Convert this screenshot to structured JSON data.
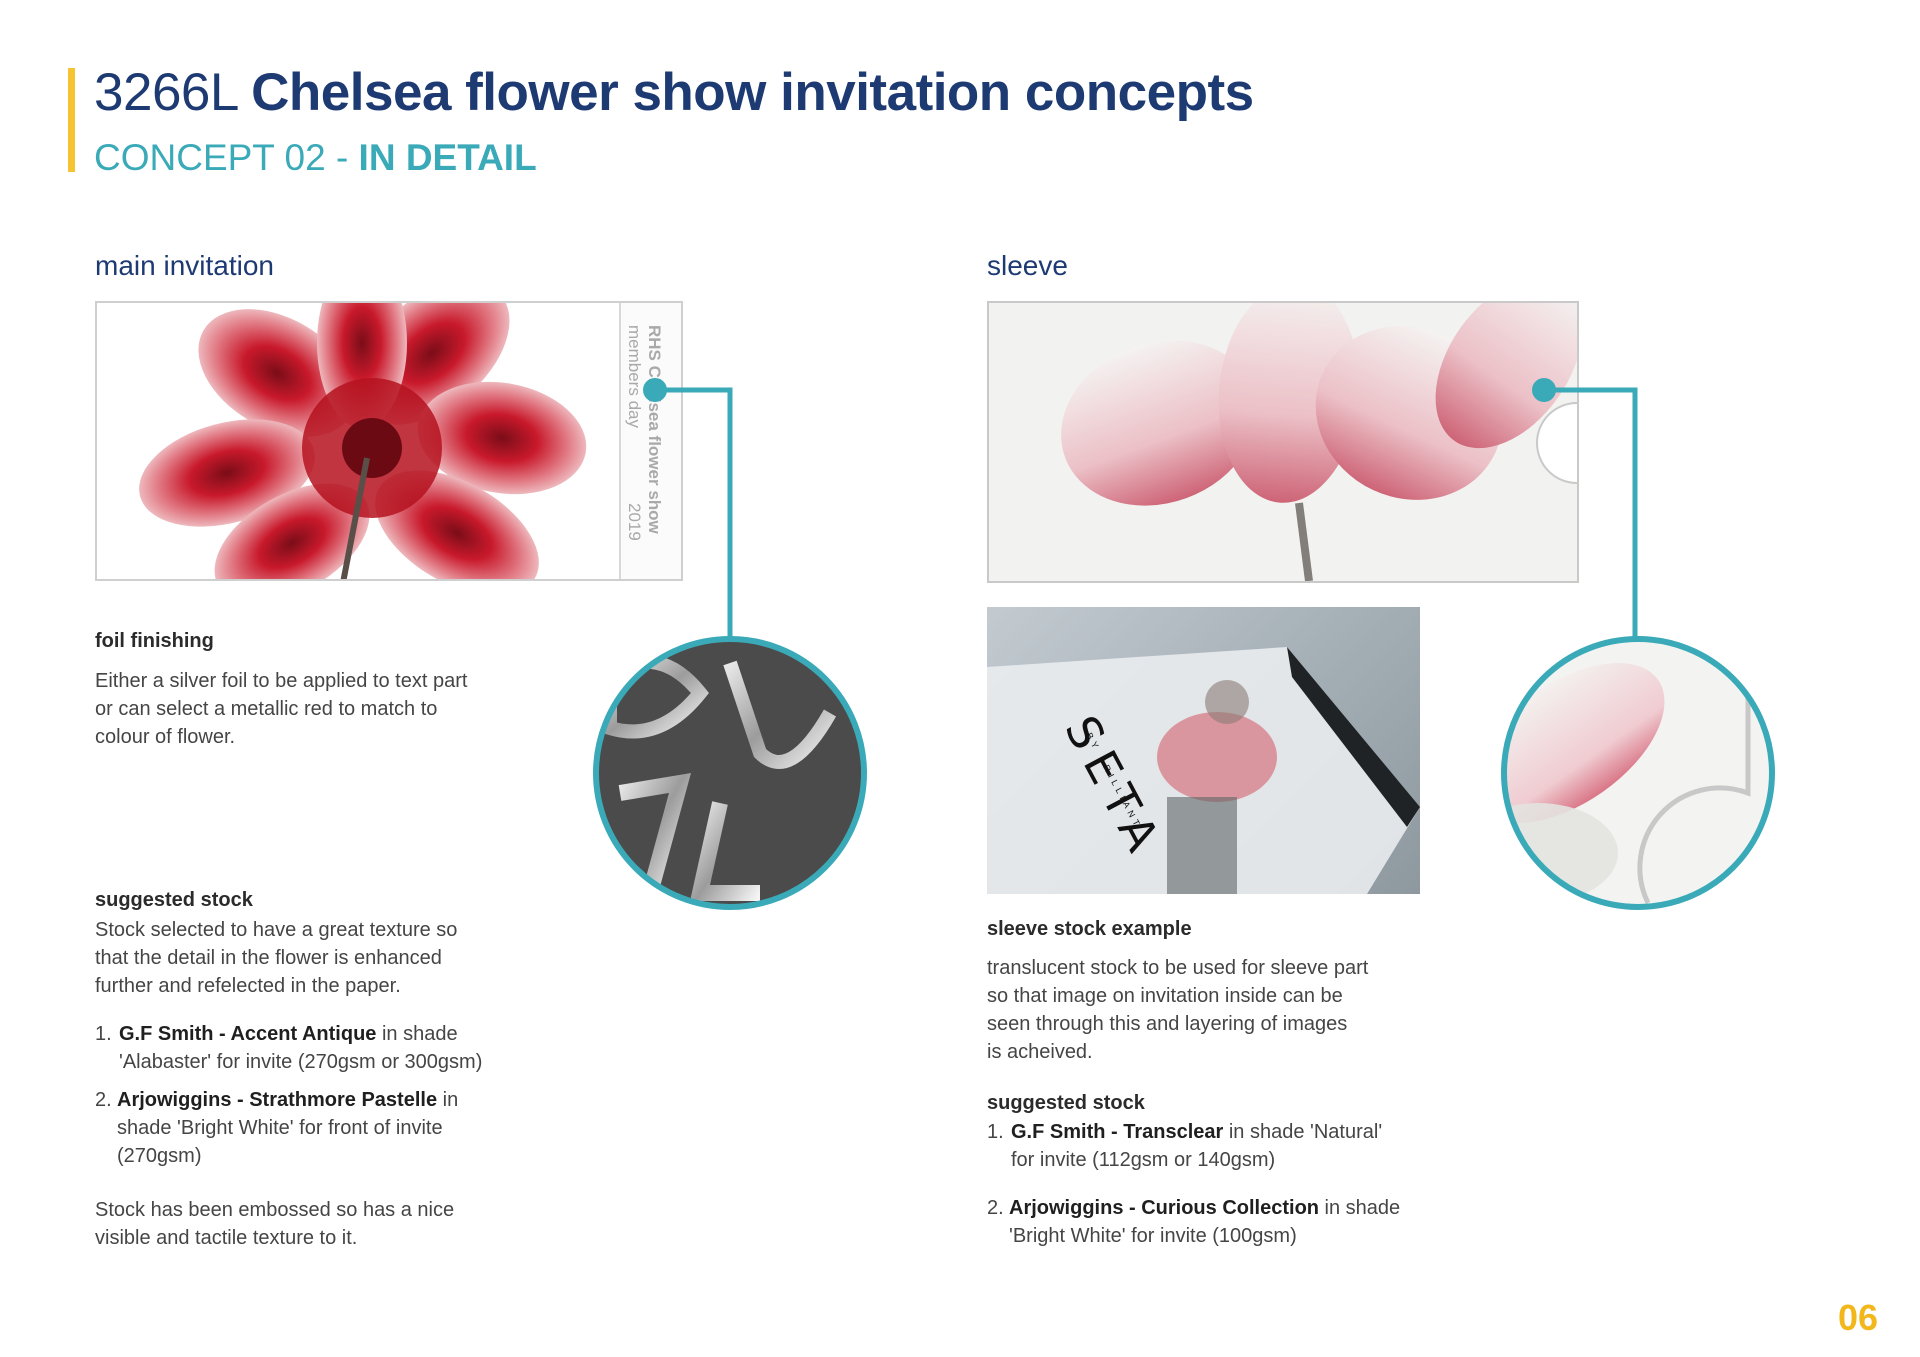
{
  "header": {
    "code": "3266L",
    "title": "Chelsea flower show invitation concepts",
    "concept_prefix": "CONCEPT 02 - ",
    "concept_detail": "IN DETAIL"
  },
  "main_invitation": {
    "heading": "main invitation",
    "card_text": {
      "line1": "RHS Chelsea flower show",
      "line2": "members day",
      "line3": "2019"
    },
    "foil": {
      "heading": "foil finishing",
      "lines": [
        "Either a silver foil to be applied to text part",
        "or can select a metallic red to match to",
        "colour of flower."
      ]
    },
    "stock": {
      "heading": "suggested stock",
      "lines": [
        "Stock selected to have a great texture so",
        "that the detail in the flower is enhanced",
        "further and refelected in the paper."
      ],
      "items": [
        {
          "num": "1.",
          "brand": "G.F Smith - Accent Antique",
          "rest1": " in shade",
          "rest2": "'Alabaster' for invite (270gsm or 300gsm)"
        },
        {
          "num": "2.",
          "brand": "Arjowiggins - Strathmore Pastelle",
          "rest1": " in",
          "rest2": "shade 'Bright White' for front of invite",
          "rest3": "(270gsm)"
        }
      ],
      "footer_lines": [
        "Stock has been embossed so has a nice",
        "visible and tactile texture to it."
      ]
    }
  },
  "sleeve": {
    "heading": "sleeve",
    "photo_text": {
      "brand": "SETA",
      "sub": "BY BRILLIANT"
    },
    "example": {
      "heading": "sleeve stock example",
      "lines": [
        "translucent stock to be used for sleeve part",
        "so that image on invitation inside can be",
        "seen through this and layering of images",
        "is acheived."
      ]
    },
    "stock": {
      "heading": "suggested stock",
      "items": [
        {
          "num": "1.",
          "brand": "G.F Smith - Transclear",
          "rest1": " in shade 'Natural'",
          "rest2": "for invite (112gsm or 140gsm)"
        },
        {
          "num": "2.",
          "brand": "Arjowiggins - Curious Collection",
          "rest1": " in shade",
          "rest2": "'Bright White' for invite (100gsm)"
        }
      ]
    }
  },
  "page_number": "06",
  "colors": {
    "navy": "#1d3a72",
    "teal": "#3aaab8",
    "yellow": "#f6c431",
    "flower_red": "#c8192b"
  }
}
